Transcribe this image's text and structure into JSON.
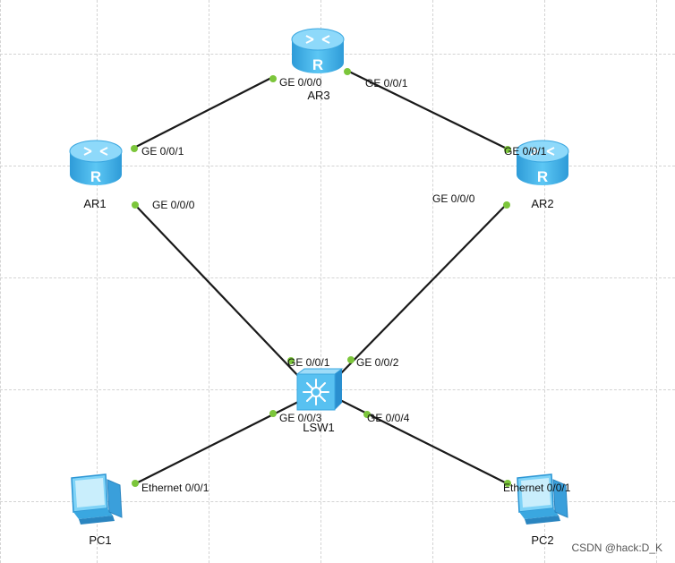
{
  "devices": {
    "ar1": {
      "label": "AR1"
    },
    "ar2": {
      "label": "AR2"
    },
    "ar3": {
      "label": "AR3"
    },
    "lsw1": {
      "label": "LSW1"
    },
    "pc1": {
      "label": "PC1"
    },
    "pc2": {
      "label": "PC2"
    }
  },
  "ports": {
    "ar3_ge000": "GE 0/0/0",
    "ar3_ge001": "GE 0/0/1",
    "ar1_ge001": "GE 0/0/1",
    "ar1_ge000": "GE 0/0/0",
    "ar2_ge001": "GE 0/0/1",
    "ar2_ge000": "GE 0/0/0",
    "lsw1_ge001": "GE 0/0/1",
    "lsw1_ge002": "GE 0/0/2",
    "lsw1_ge003": "GE 0/0/3",
    "lsw1_ge004": "GE 0/0/4",
    "pc1_eth": "Ethernet 0/0/1",
    "pc2_eth": "Ethernet 0/0/1"
  },
  "watermark": "CSDN @hack:D_K",
  "colors": {
    "link": "#1a1a1a",
    "port_dot": "#7cc63b",
    "device_blue": "#45b3ea",
    "grid": "#d3d3d3"
  }
}
